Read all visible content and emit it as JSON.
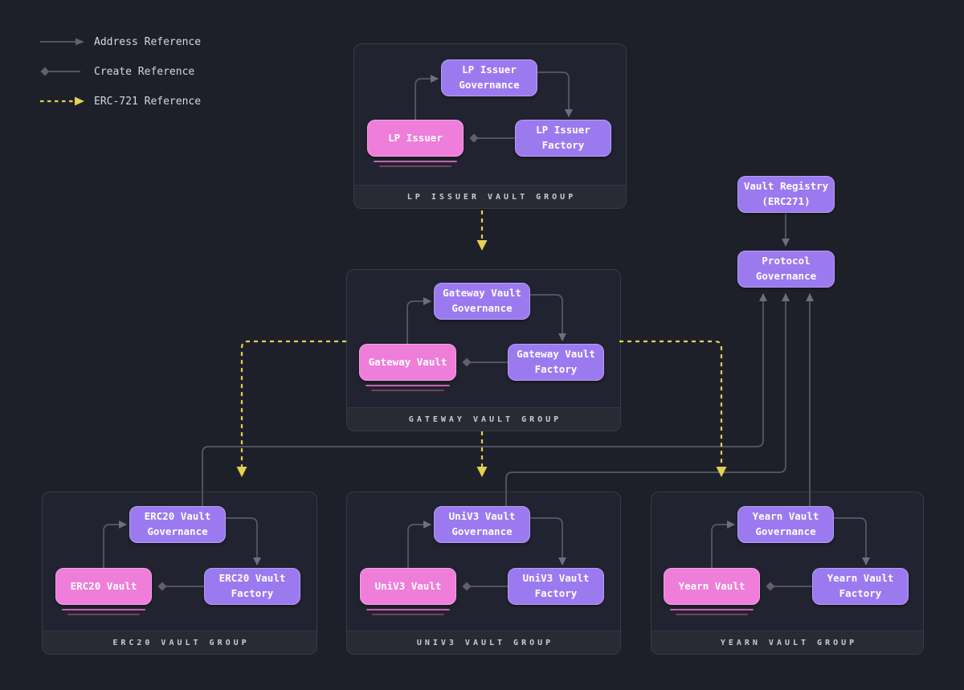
{
  "legend": {
    "items": [
      {
        "label": "Address Reference",
        "type": "address-reference"
      },
      {
        "label": "Create Reference",
        "type": "create-reference"
      },
      {
        "label": "ERC-721 Reference",
        "type": "erc721-reference"
      }
    ]
  },
  "groups": [
    {
      "label": "LP ISSUER VAULT GROUP",
      "nodes": {
        "governance": "LP Issuer Governance",
        "vault": "LP Issuer",
        "factory": "LP Issuer Factory"
      }
    },
    {
      "label": "GATEWAY VAULT GROUP",
      "nodes": {
        "governance": "Gateway Vault Governance",
        "vault": "Gateway Vault",
        "factory": "Gateway Vault Factory"
      }
    },
    {
      "label": "ERC20 VAULT GROUP",
      "nodes": {
        "governance": "ERC20 Vault Governance",
        "vault": "ERC20 Vault",
        "factory": "ERC20 Vault Factory"
      }
    },
    {
      "label": "UNIV3 VAULT GROUP",
      "nodes": {
        "governance": "UniV3 Vault Governance",
        "vault": "UniV3 Vault",
        "factory": "UniV3 Vault Factory"
      }
    },
    {
      "label": "YEARN VAULT GROUP",
      "nodes": {
        "governance": "Yearn Vault Governance",
        "vault": "Yearn Vault",
        "factory": "Yearn Vault Factory"
      }
    }
  ],
  "standalone_nodes": {
    "vault_registry": "Vault Registry (ERC271)",
    "protocol_governance": "Protocol Governance"
  },
  "colors": {
    "background": "#1e2029",
    "group_border": "#383b45",
    "group_footer_bg": "#282a34",
    "node_purple": "#9b7af0",
    "node_pink": "#ee7ed9",
    "connector_gray": "#565b68",
    "erc721_yellow": "#e4d054",
    "legend_text": "#d6d8de",
    "group_label_text": "#c9ccd3"
  }
}
